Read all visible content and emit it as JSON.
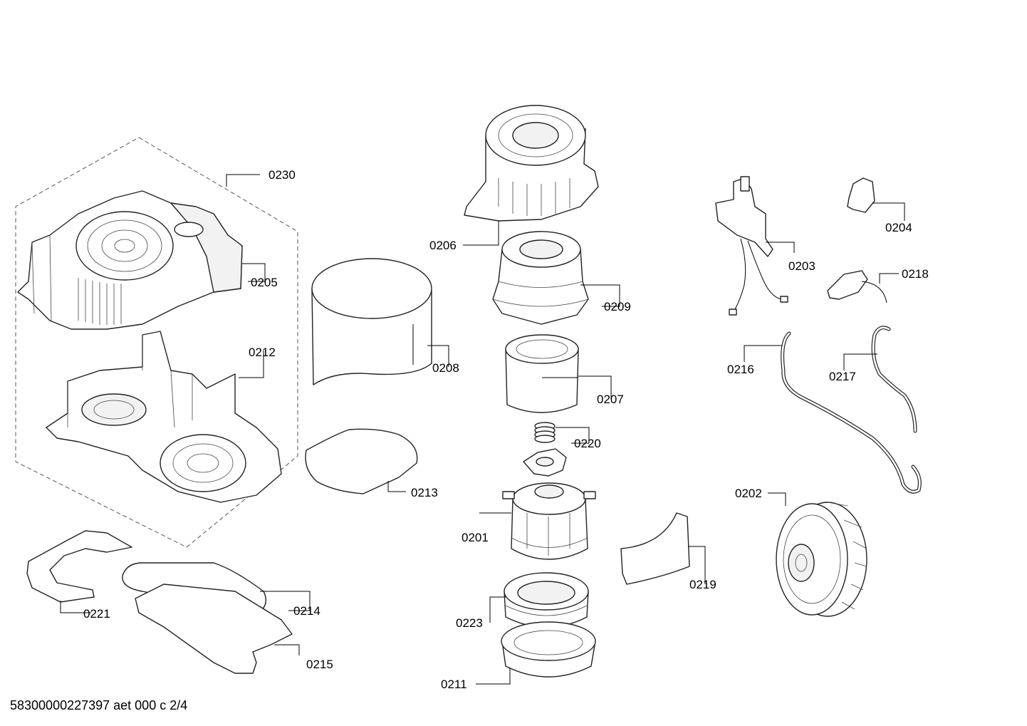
{
  "labels": {
    "p0230": "0230",
    "p0205": "0205",
    "p0212": "0212",
    "p0208": "0208",
    "p0213": "0213",
    "p0221": "0221",
    "p0214": "0214",
    "p0215": "0215",
    "p0206": "0206",
    "p0209": "0209",
    "p0207": "0207",
    "p0220": "0220",
    "p0201": "0201",
    "p0223": "0223",
    "p0211": "0211",
    "p0219": "0219",
    "p0203": "0203",
    "p0204": "0204",
    "p0218": "0218",
    "p0216": "0216",
    "p0217": "0217",
    "p0202": "0202"
  },
  "footer": "58300000227397 aet 000 c 2/4"
}
